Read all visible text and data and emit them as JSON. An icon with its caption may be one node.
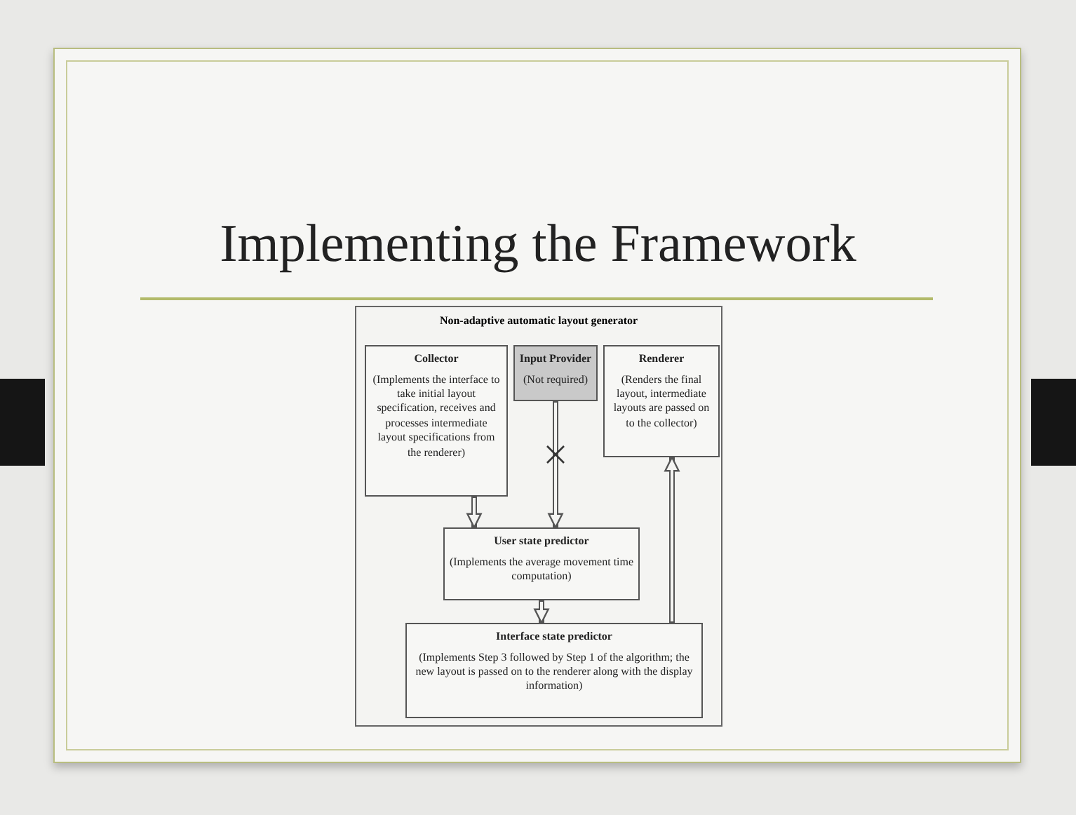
{
  "diagram": {
    "title": "Implementing the Framework",
    "nodes": [
      {
        "text": [
          "Non-adaptive automatic layout generator"
        ]
      },
      {
        "text": [
          "Collector",
          "(Implements the interface to take initial layout specification, receives and processes intermediate layout specifications from the renderer)"
        ],
        "in": 0
      },
      {
        "text": [
          "Input Provider",
          "(Not required)"
        ],
        "in": 0
      },
      {
        "text": [
          "Renderer",
          "(Renders the final layout, intermediate layouts are passed on to the collector)"
        ],
        "in": 0
      },
      {
        "text": [
          "User state predictor",
          "(Implements the average movement time computation)"
        ],
        "in": 0
      },
      {
        "text": [
          "Interface state predictor",
          "(Implements Step 3 followed by Step 1 of the algorithm; the new layout is passed on to the renderer along with the display information)"
        ],
        "in": 0
      }
    ],
    "edges": [
      {
        "from": 1,
        "to": 4,
        "arrow": "to"
      },
      {
        "from": 2,
        "to": 4,
        "arrow": "to"
      },
      {
        "from": 4,
        "to": 5,
        "arrow": "to"
      },
      {
        "from": 5,
        "to": 3,
        "arrow": "to"
      }
    ]
  }
}
